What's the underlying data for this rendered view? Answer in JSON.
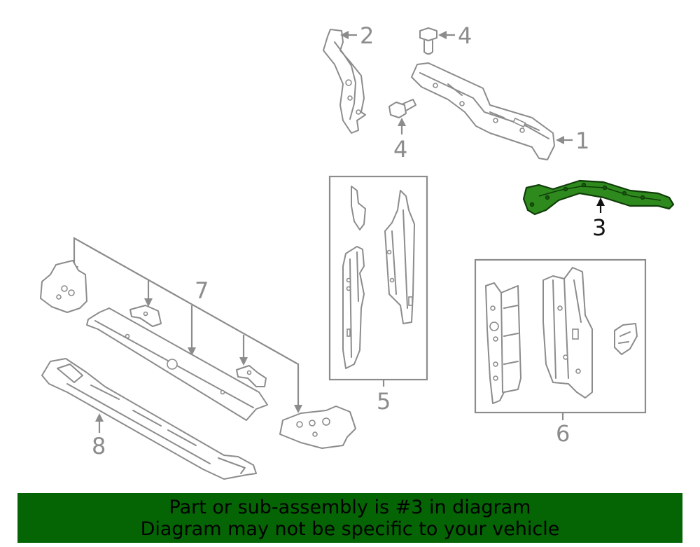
{
  "callouts": {
    "c1": "1",
    "c2": "2",
    "c3": "3",
    "c4a": "4",
    "c4b": "4",
    "c5": "5",
    "c6": "6",
    "c7": "7",
    "c8": "8"
  },
  "banner": {
    "line1": "Part or sub-assembly is #3 in diagram",
    "line2": "Diagram may not be specific to your vehicle"
  },
  "colors": {
    "highlight": "#2f8a1e",
    "banner": "#056404",
    "linework": "#8c8c8c"
  }
}
